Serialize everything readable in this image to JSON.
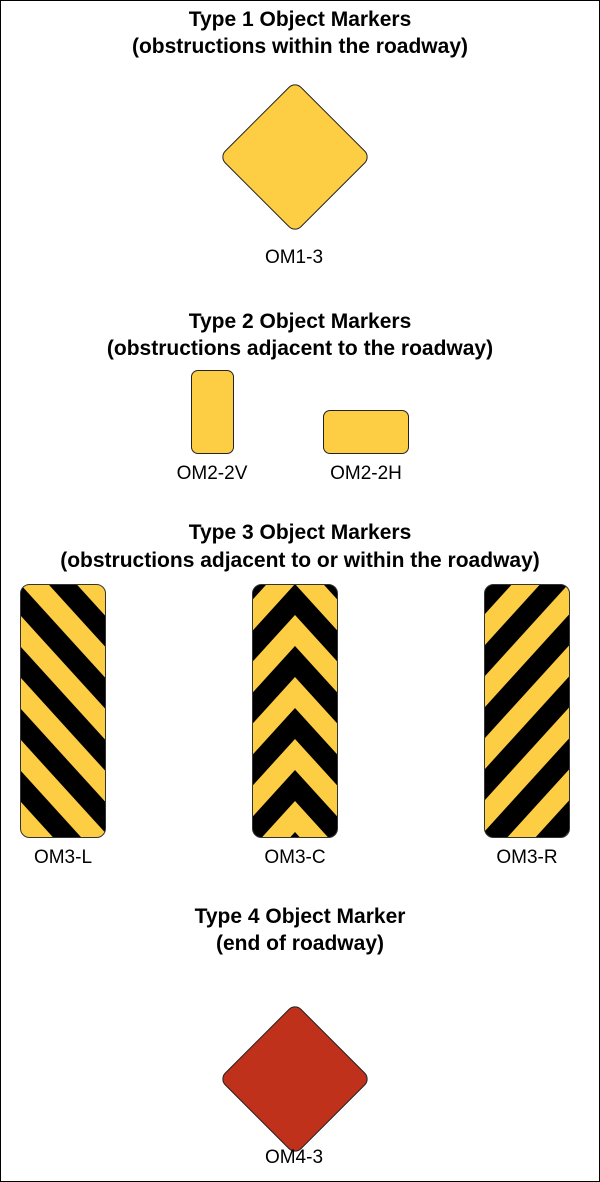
{
  "colors": {
    "yellow": "#fdcd44",
    "red": "#c0311c",
    "black": "#000000"
  },
  "type1": {
    "title": "Type 1 Object Markers",
    "subtitle": "(obstructions within the roadway)",
    "label": "OM1-3"
  },
  "type2": {
    "title": "Type 2 Object Markers",
    "subtitle": "(obstructions adjacent to the roadway)",
    "labels": [
      "OM2-2V",
      "OM2-2H"
    ]
  },
  "type3": {
    "title": "Type 3 Object Markers",
    "subtitle": "(obstructions adjacent to or within the roadway)",
    "labels": [
      "OM3-L",
      "OM3-C",
      "OM3-R"
    ]
  },
  "type4": {
    "title": "Type 4 Object Marker",
    "subtitle": "(end of roadway)",
    "label": "OM4-3"
  }
}
